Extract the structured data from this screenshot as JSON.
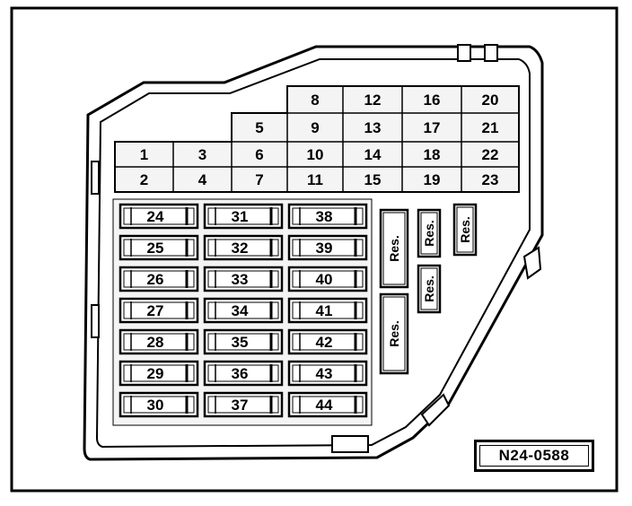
{
  "top_fuses": [
    "1",
    "2",
    "3",
    "4",
    "5",
    "6",
    "7",
    "8",
    "9",
    "10",
    "11",
    "12",
    "13",
    "14",
    "15",
    "16",
    "17",
    "18",
    "19",
    "20",
    "21",
    "22",
    "23"
  ],
  "lower_fuses": [
    [
      "24",
      "25",
      "26",
      "27",
      "28",
      "29",
      "30"
    ],
    [
      "31",
      "32",
      "33",
      "34",
      "35",
      "36",
      "37"
    ],
    [
      "38",
      "39",
      "40",
      "41",
      "42",
      "43",
      "44"
    ]
  ],
  "reserve_label": "Res.",
  "reference": "N24-0588"
}
